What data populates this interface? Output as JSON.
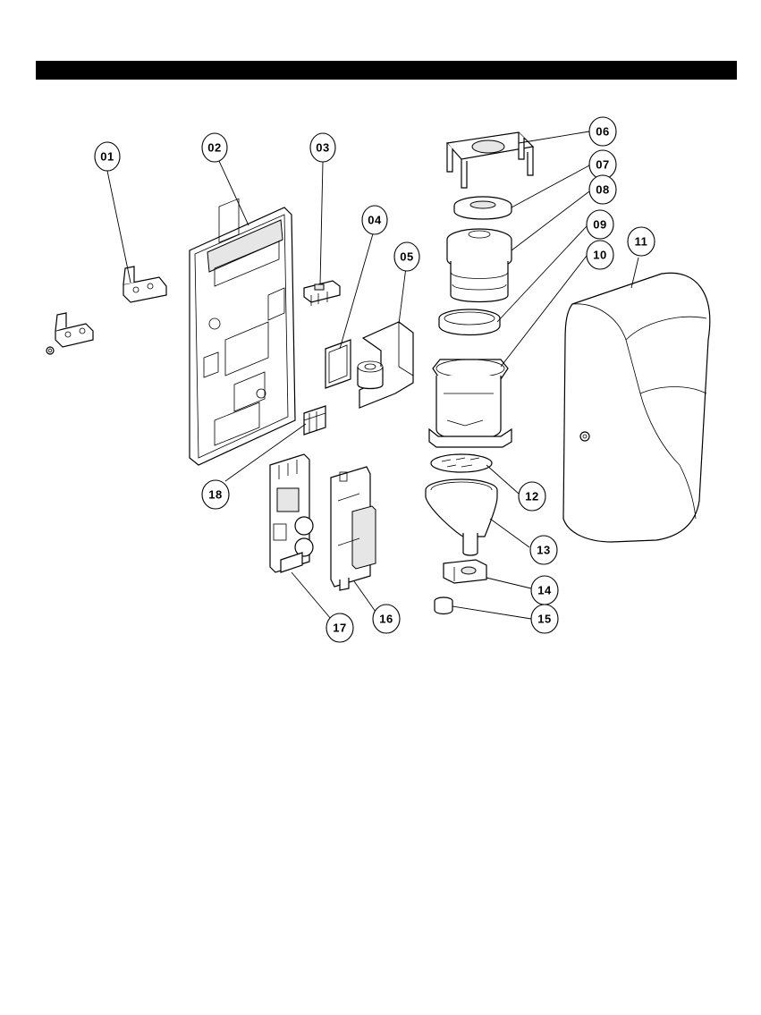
{
  "parts": [
    {
      "id": "01",
      "label": "01"
    },
    {
      "id": "02",
      "label": "02"
    },
    {
      "id": "03",
      "label": "03"
    },
    {
      "id": "04",
      "label": "04"
    },
    {
      "id": "05",
      "label": "05"
    },
    {
      "id": "06",
      "label": "06"
    },
    {
      "id": "07",
      "label": "07"
    },
    {
      "id": "08",
      "label": "08"
    },
    {
      "id": "09",
      "label": "09"
    },
    {
      "id": "10",
      "label": "10"
    },
    {
      "id": "11",
      "label": "11"
    },
    {
      "id": "12",
      "label": "12"
    },
    {
      "id": "13",
      "label": "13"
    },
    {
      "id": "14",
      "label": "14"
    },
    {
      "id": "15",
      "label": "15"
    },
    {
      "id": "16",
      "label": "16"
    },
    {
      "id": "17",
      "label": "17"
    },
    {
      "id": "18",
      "label": "18"
    }
  ],
  "colors": {
    "header_bar": "#000000",
    "line": "#000000",
    "background": "#ffffff"
  }
}
